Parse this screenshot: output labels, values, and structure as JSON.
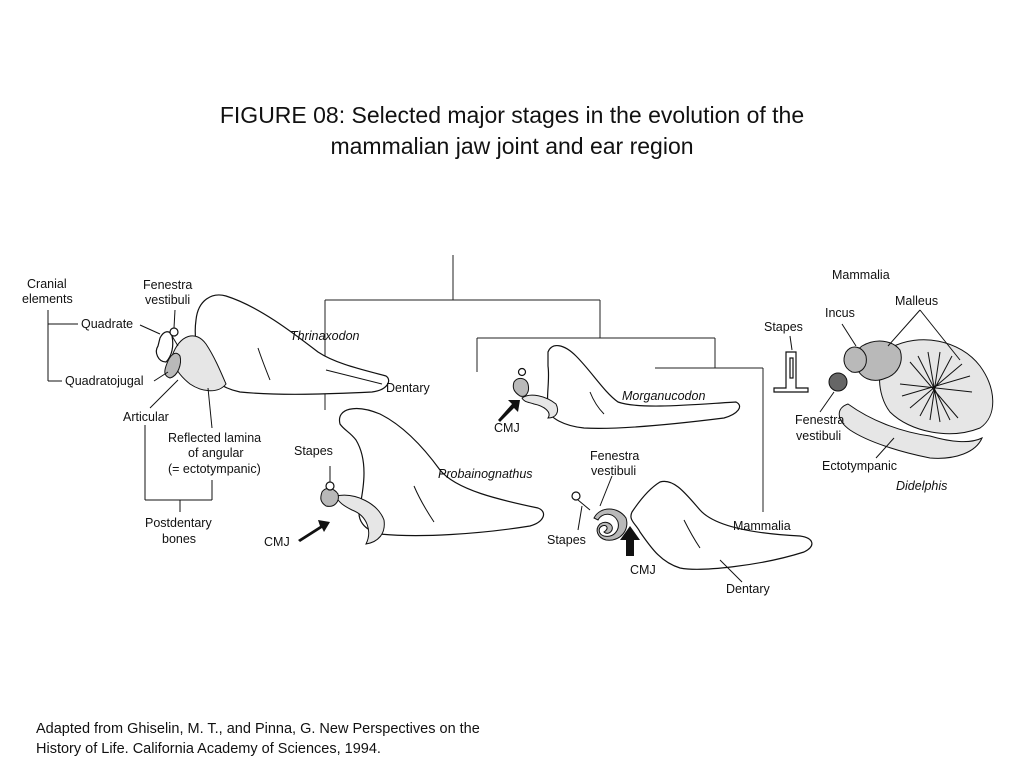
{
  "title": {
    "line1": "FIGURE 08: Selected major stages in the evolution of the",
    "line2": "mammalian jaw joint and ear region"
  },
  "caption": {
    "line1": "Adapted from Ghiselin, M. T., and Pinna, G. New Perspectives on the",
    "line2": "History of Life. California Academy of Sciences, 1994."
  },
  "labels": {
    "cranial_line1": "Cranial",
    "cranial_line2": "elements",
    "quadrate": "Quadrate",
    "quadratojugal": "Quadratojugal",
    "articular": "Articular",
    "fenestra_1_line1": "Fenestra",
    "fenestra_1_line2": "vestibuli",
    "reflected_line1": "Reflected lamina",
    "reflected_line2": "of angular",
    "reflected_line3": "(= ectotympanic)",
    "postdentary_line1": "Postdentary",
    "postdentary_line2": "bones",
    "thrinaxodon": "Thrinaxodon",
    "dentary_1": "Dentary",
    "stapes_1": "Stapes",
    "cmj_1": "CMJ",
    "probainognathus": "Probainognathus",
    "cmj_2": "CMJ",
    "morganucodon": "Morganucodon",
    "fenestra_2_line1": "Fenestra",
    "fenestra_2_line2": "vestibuli",
    "stapes_2": "Stapes",
    "cmj_3": "CMJ",
    "mammalia_1": "Mammalia",
    "dentary_2": "Dentary",
    "mammalia_2": "Mammalia",
    "stapes_3": "Stapes",
    "incus": "Incus",
    "malleus": "Malleus",
    "fenestra_3_line1": "Fenestra",
    "fenestra_3_line2": "vestibuli",
    "ectotympanic": "Ectotympanic",
    "didelphis": "Didelphis"
  },
  "colors": {
    "line": "#111111",
    "bone_fill": "#ffffff",
    "stipple_fill": "#e6e6e6",
    "grey_fill": "#b9b9b9"
  }
}
